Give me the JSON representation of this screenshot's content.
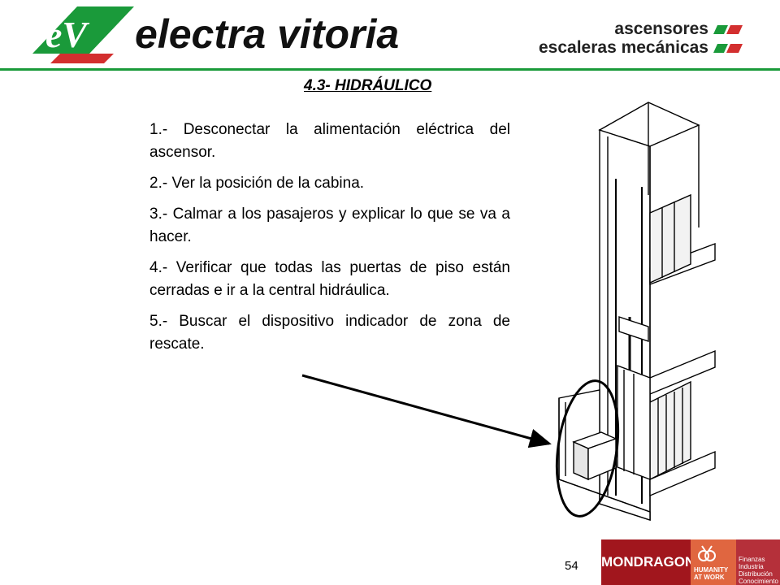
{
  "header": {
    "logo_initials": "eV",
    "brand_name": "electra vitoria",
    "tagline_1": "ascensores",
    "tagline_2": "escaleras mecánicas",
    "colors": {
      "green": "#1a9a3a",
      "red": "#d32f2f",
      "text": "#222222"
    }
  },
  "section": {
    "title": "4.3- HIDRÁULICO"
  },
  "steps": [
    "1.- Desconectar la alimentación eléctrica del ascensor.",
    "2.- Ver la posición de la cabina.",
    "3.- Calmar a los pasajeros y explicar lo que se va a hacer.",
    "4.- Verificar que todas las puertas de piso están cerradas e ir a la central hidráulica.",
    "5.- Buscar el dispositivo indicador de zona de rescate."
  ],
  "figure": {
    "icon": "elevator-shaft-diagram"
  },
  "footer": {
    "page_number": "54",
    "mondragon": "MONDRAGON",
    "humanity_1": "HUMANITY",
    "humanity_2": "AT WORK",
    "area_1": "Finanzas",
    "area_2": "Industria",
    "area_3": "Distribución",
    "area_4": "Conocimiento",
    "colors": {
      "mondragon": "#a1161d",
      "humanity": "#e06640",
      "areas": "#b5303a"
    }
  }
}
